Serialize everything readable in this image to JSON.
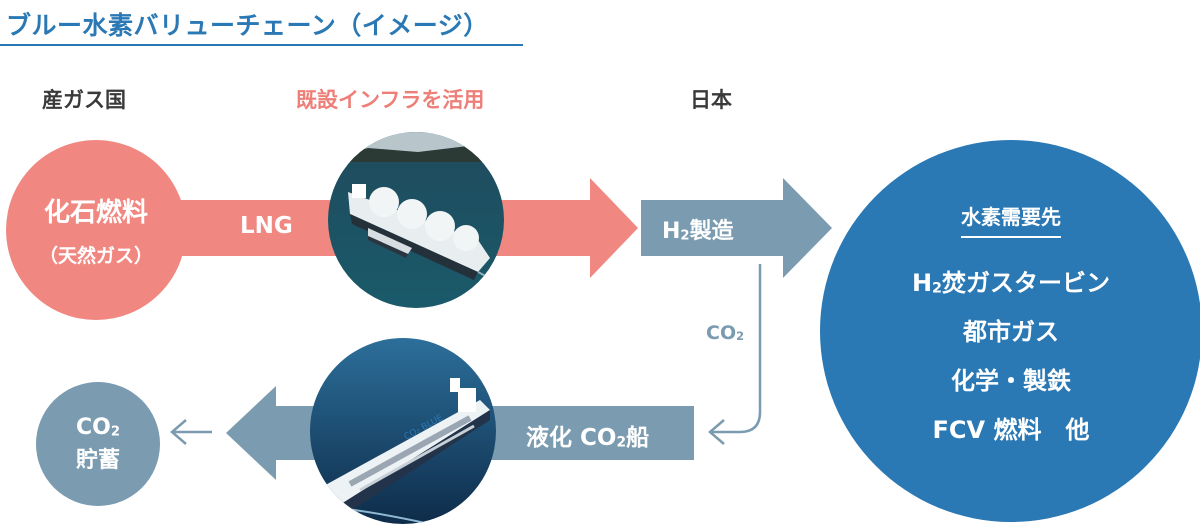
{
  "title": "ブルー水素バリューチェーン（イメージ）",
  "columns": {
    "producer": "産ガス国",
    "infrastructure": "既設インフラを活用",
    "japan": "日本"
  },
  "fossil": {
    "line1": "化石燃料",
    "line2": "（天然ガス）"
  },
  "lng_label": "LNG",
  "h2_production": {
    "prefix": "H",
    "sub": "2",
    "suffix": "製造"
  },
  "co2_label": {
    "prefix": "CO",
    "sub": "2"
  },
  "liquid_co2": {
    "prefix": "液化 CO",
    "sub": "2",
    "suffix": "船"
  },
  "storage": {
    "prefix": "CO",
    "sub": "2",
    "line2": "貯蓄"
  },
  "demand": {
    "heading": "水素需要先",
    "item1": {
      "prefix": "H",
      "sub": "2",
      "suffix": "焚ガスタービン"
    },
    "item2": "都市ガス",
    "item3": "化学・製鉄",
    "item4": "FCV 燃料　他"
  },
  "ship_hull_label": "CO₂ BLUE",
  "colors": {
    "blue": "#2a78b4",
    "pink": "#f08881",
    "gray_blue": "#7a9bb0"
  }
}
